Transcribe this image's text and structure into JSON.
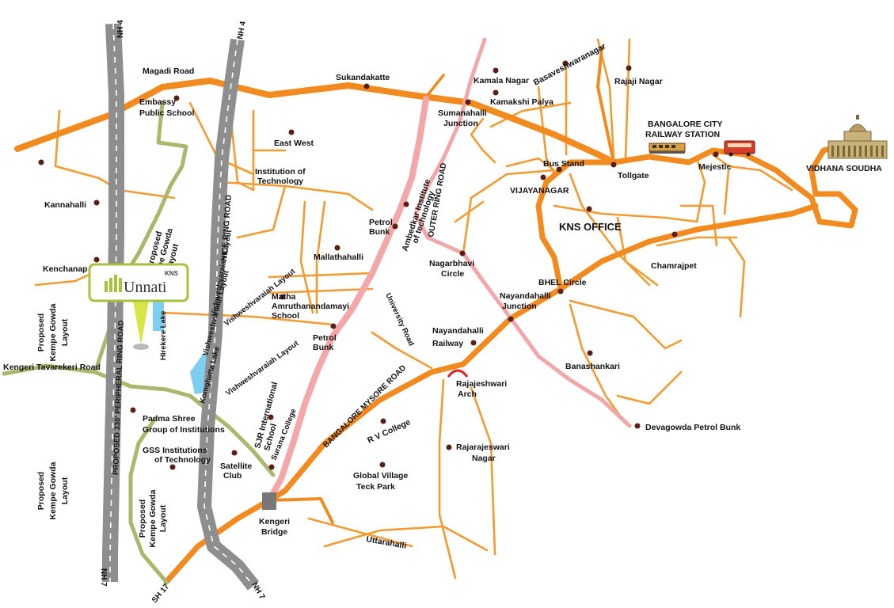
{
  "colors": {
    "major_road": "#f28a1e",
    "minor_road": "#f59a2e",
    "ring_road": "#8e8e8e",
    "outer_ring_road": "#f4a7a9",
    "proposed_road": "#a9b86a",
    "lake": "#7ccff0",
    "brand_green": "#a8c23a",
    "dot": "#5a1f14"
  },
  "brand": {
    "prefix": "KNS",
    "name": "Unnati"
  },
  "places": {
    "magadi_road": "Magadi Road",
    "embassy_public_school": [
      "Embassy",
      "Public School"
    ],
    "east_west_institute": [
      "East West",
      "Institution of",
      "Technology"
    ],
    "sukandakatte": "Sukandakatte",
    "kamala_nagar": "Kamala Nagar",
    "basaveshwaranagar": "Basaveshwaranagar",
    "rajaji_nagar": "Rajaji Nagar",
    "kamakshi_palya": "Kamakshi Palya",
    "sumanahalli_junction": [
      "Sumanahalli",
      "Junction"
    ],
    "bangalore_city_station": [
      "BANGALORE CITY",
      "RAILWAY STATION"
    ],
    "bus_stand": "Bus Stand",
    "tollgate": "Tollgate",
    "mejestic": "Mejestic",
    "vidhana_soudha": "VIDHANA SOUDHA",
    "vijayanagar": "VIJAYANAGAR",
    "kns_office": "KNS OFFICE",
    "kannahalli": "Kannahalli",
    "kenchanapura": "Kenchanap",
    "petrol_bunk_1": [
      "Petrol",
      "Bunk"
    ],
    "ambedkar_institute": [
      "Ambedkar Institute",
      "of technology"
    ],
    "mallathahalli": "Mallathahalli",
    "nagarbhavi_circle": [
      "Nagarbhavi",
      "Circle"
    ],
    "chamrajpet": "Chamrajpet",
    "bhel_circle": "BHEL Circle",
    "nayandahalli_junction": [
      "Nayandahalli",
      "Junction"
    ],
    "matha_amrutha": [
      "Matha",
      "Amruthanandamayi",
      "School"
    ],
    "petrol_bunk_2": [
      "Petrol",
      "Bunk"
    ],
    "nayandahalli_railway": [
      "Nayandahalli",
      "Railway"
    ],
    "banashankari": "Banashankari",
    "rajajeshwari_arch": [
      "Rajajeshwari",
      "Arch"
    ],
    "devagowda_petrol_bunk": "Devagowda Petrol Bunk",
    "kengeri_tavarekeri_road": "Kengeri Tavarekeri Road",
    "padma_shree": [
      "Padma Shree",
      "Group of Institutions"
    ],
    "gss_institutions": [
      "GSS Institutions",
      "of Technology"
    ],
    "satellite_club": [
      "Satellite",
      "Club"
    ],
    "sjr_international": [
      "SJR International",
      "School"
    ],
    "rv_college": "R V College",
    "rajarajeswari_nagar": [
      "Rajarajeswari",
      "Nagar"
    ],
    "global_village": [
      "Global Village",
      "Teck Park"
    ],
    "kengeri_bridge": [
      "Kengeri",
      "Bridge"
    ],
    "uttarahalli": "Uttarahalli",
    "proposed_kempe_1": [
      "Proposed",
      "Kempe Gowda",
      "Layout"
    ],
    "proposed_kempe_2": [
      "Proposed",
      "Kempe Gowda",
      "Layout"
    ],
    "proposed_kempe_3": [
      "Proposed",
      "Kempe Gowda",
      "Layout"
    ],
    "proposed_kempe_top": [
      "Proposed",
      "pe Gowda",
      "ayout"
    ],
    "hirekere_lake": "Hirekere Lake",
    "komghatta_lake": "Komghatta Lake"
  },
  "roads": {
    "nh4_left": "NH 4",
    "nh4_right": "NH 4",
    "nh7_left": "NH 7",
    "nh7_right": "NH 7",
    "sh17": "SH 17",
    "nice_ring_road": "NICE RING ROAD",
    "peripheral_ring_road": "PROPOSED 330' PERIPHERAL RING ROAD",
    "outer_ring_road": "OUTER RING ROAD",
    "university_road": "University Road",
    "bangalore_mysore_road": "BANGALORE MYSORE ROAD",
    "vishweshvaraiah_layout_1": "Vishweshvaraiah Layout",
    "vishweshvaraiah_layout_2": "Vishweshvaraiah Layout",
    "vishweshvaraiah_layout_3": "Vishweshvaraiah Layout",
    "vishweshvaraiah_layout_4": "Vishweshvaraiah Layout",
    "surana_college": "Surana College"
  }
}
